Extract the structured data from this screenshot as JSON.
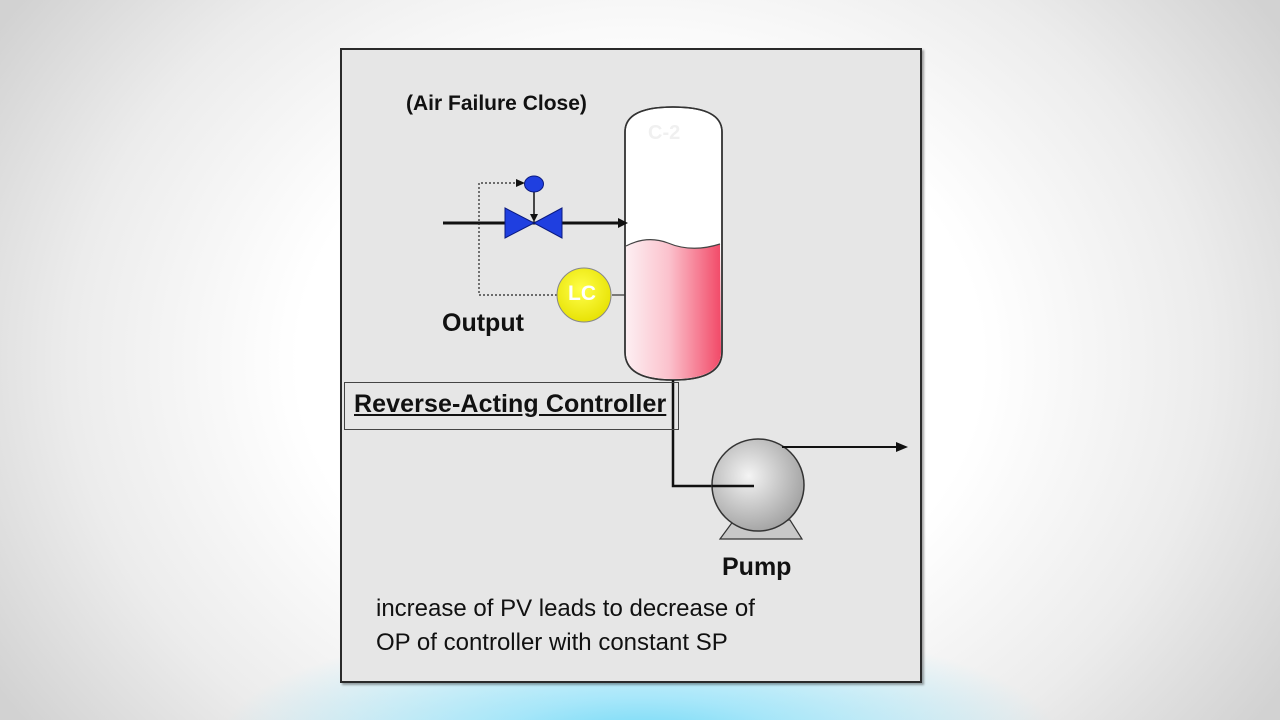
{
  "diagram": {
    "valve_failure_mode": "(Air Failure Close)",
    "output_label": "Output",
    "controller_type_label": "Reverse-Acting Controller",
    "pump_label": "Pump",
    "controller_tag": "LC",
    "vessel_tag": "C-2",
    "description_lines": [
      "increase of PV leads to decrease of",
      "OP of controller with constant SP"
    ]
  },
  "colors": {
    "slide_background": "#e6e6e6",
    "valve": "#1f3fe0",
    "controller_bubble": "#f5f000",
    "liquid_light": "#fde8ec",
    "liquid_dark": "#f4506c",
    "pump": "#c8c8c8"
  },
  "icons": [
    "control-valve-icon",
    "valve-actuator-icon",
    "level-controller-icon",
    "vessel-icon",
    "centrifugal-pump-icon",
    "flow-arrow-icon"
  ]
}
